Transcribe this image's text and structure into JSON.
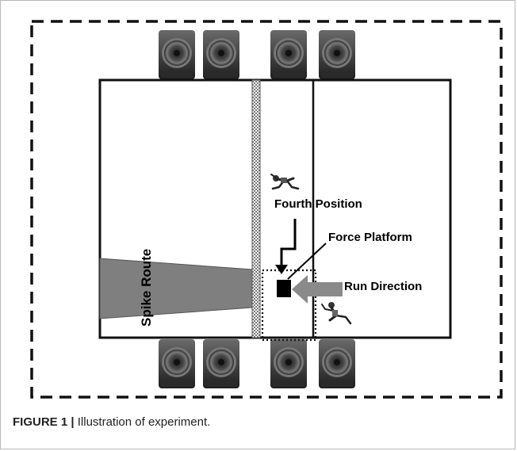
{
  "labels": {
    "fourth_position": "Fourth Position",
    "force_platform": "Force Platform",
    "run_direction": "Run Direction",
    "spike_route": "Spike Route"
  },
  "caption": {
    "label": "FIGURE 1",
    "separator": "|",
    "text": "Illustration of experiment."
  }
}
